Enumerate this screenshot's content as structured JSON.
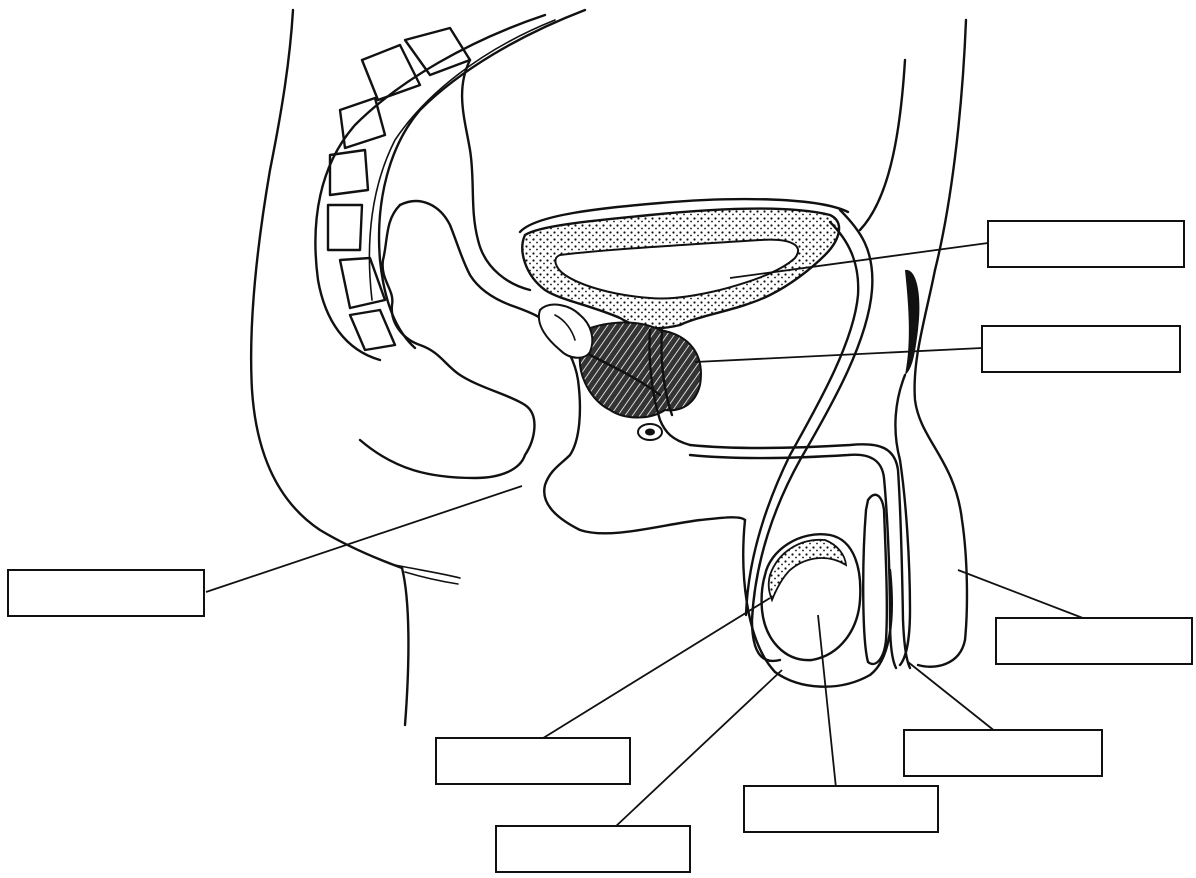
{
  "diagram": {
    "labels": [
      {
        "id": "label-bladder",
        "text": ""
      },
      {
        "id": "label-prostate",
        "text": ""
      },
      {
        "id": "label-anus",
        "text": ""
      },
      {
        "id": "label-penis",
        "text": ""
      },
      {
        "id": "label-epididymis",
        "text": ""
      },
      {
        "id": "label-urethra-opening",
        "text": ""
      },
      {
        "id": "label-testis",
        "text": ""
      },
      {
        "id": "label-scrotum",
        "text": ""
      }
    ],
    "colors": {
      "ink": "#111111",
      "paper": "#ffffff"
    }
  }
}
